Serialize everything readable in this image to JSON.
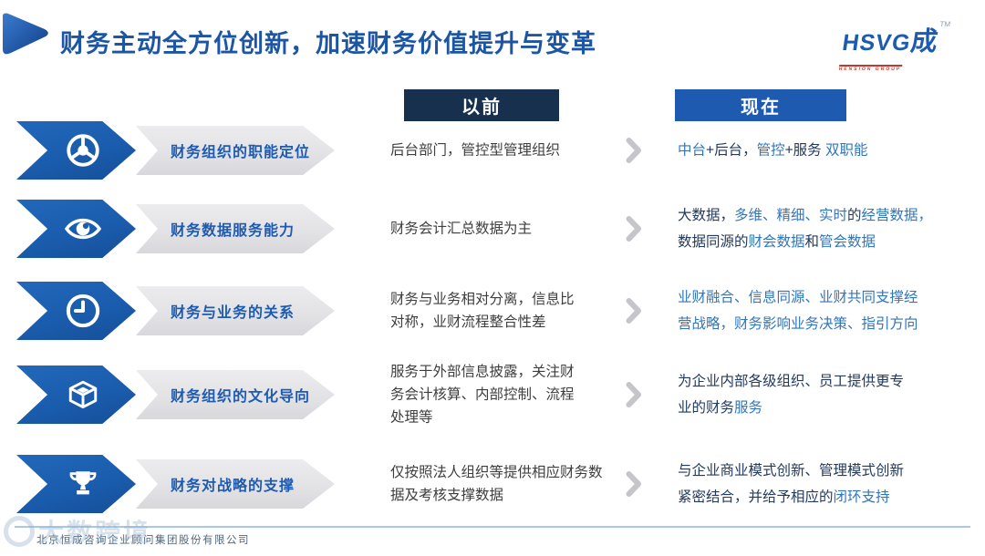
{
  "page": {
    "title": "财务主动全方位创新，加速财务价值提升与变革"
  },
  "logo": {
    "text": "HSVG",
    "cheng": "成",
    "tm": "TM",
    "subtext": "HENSION GROUP"
  },
  "columns": {
    "before": "以前",
    "now": "现在"
  },
  "rows": [
    {
      "icon": "steering-wheel-icon",
      "label": "财务组织的职能定位",
      "before": "后台部门，管控型管理组织",
      "now": [
        {
          "t": "中台",
          "hl": true
        },
        {
          "t": "+后台，",
          "hl": false
        },
        {
          "t": "管控",
          "hl": true
        },
        {
          "t": "+服务 ",
          "hl": false
        },
        {
          "t": "双职能",
          "hl": true
        }
      ]
    },
    {
      "icon": "eye-icon",
      "label": "财务数据服务能力",
      "before": "财务会计汇总数据为主",
      "now": [
        {
          "t": "大数据，",
          "hl": false
        },
        {
          "t": "多维、精细、实时",
          "hl": true
        },
        {
          "t": "的",
          "hl": false
        },
        {
          "t": "经营数据，",
          "hl": true
        },
        {
          "t": "\n数据同源的",
          "hl": false
        },
        {
          "t": "财会数据",
          "hl": true
        },
        {
          "t": "和",
          "hl": false
        },
        {
          "t": "管会数据",
          "hl": true
        }
      ]
    },
    {
      "icon": "clock-icon",
      "label": "财务与业务的关系",
      "before": "财务与业务相对分离，信息比\n对称，业财流程整合性差",
      "now": [
        {
          "t": "业财融合、信息同源、业财共同支撑经\n营战略，财务影响业务决策、指引方向",
          "hl": true
        }
      ]
    },
    {
      "icon": "cube-icon",
      "label": "财务组织的文化导向",
      "before": "服务于外部信息披露，关注财\n务会计核算、内部控制、流程\n处理等",
      "now": [
        {
          "t": "为企业内部各级组织、员工提供更专\n业的财务",
          "hl": false
        },
        {
          "t": "服务",
          "hl": true
        }
      ]
    },
    {
      "icon": "trophy-icon",
      "label": "财务对战略的支撑",
      "before": "仅按照法人组织等提供相应财务数\n据及考核支撑数据",
      "now": [
        {
          "t": "与企业商业模式创新、管理模式创新\n紧密结合，并给予相应的",
          "hl": false
        },
        {
          "t": "闭环支持",
          "hl": true
        }
      ]
    }
  ],
  "footer": {
    "company": "北京恒成咨询企业顾问集团股份有限公司",
    "watermark": "大数跨境"
  },
  "colors": {
    "title_blue": "#1d55a5",
    "primary_blue": "#1a5cad",
    "dark_navy": "#16304e",
    "now_box_blue": "#1e5bb0",
    "highlight_blue": "#3076bd",
    "gray_arrow": "#e3e3e6",
    "logo_red": "#c23a2f"
  }
}
